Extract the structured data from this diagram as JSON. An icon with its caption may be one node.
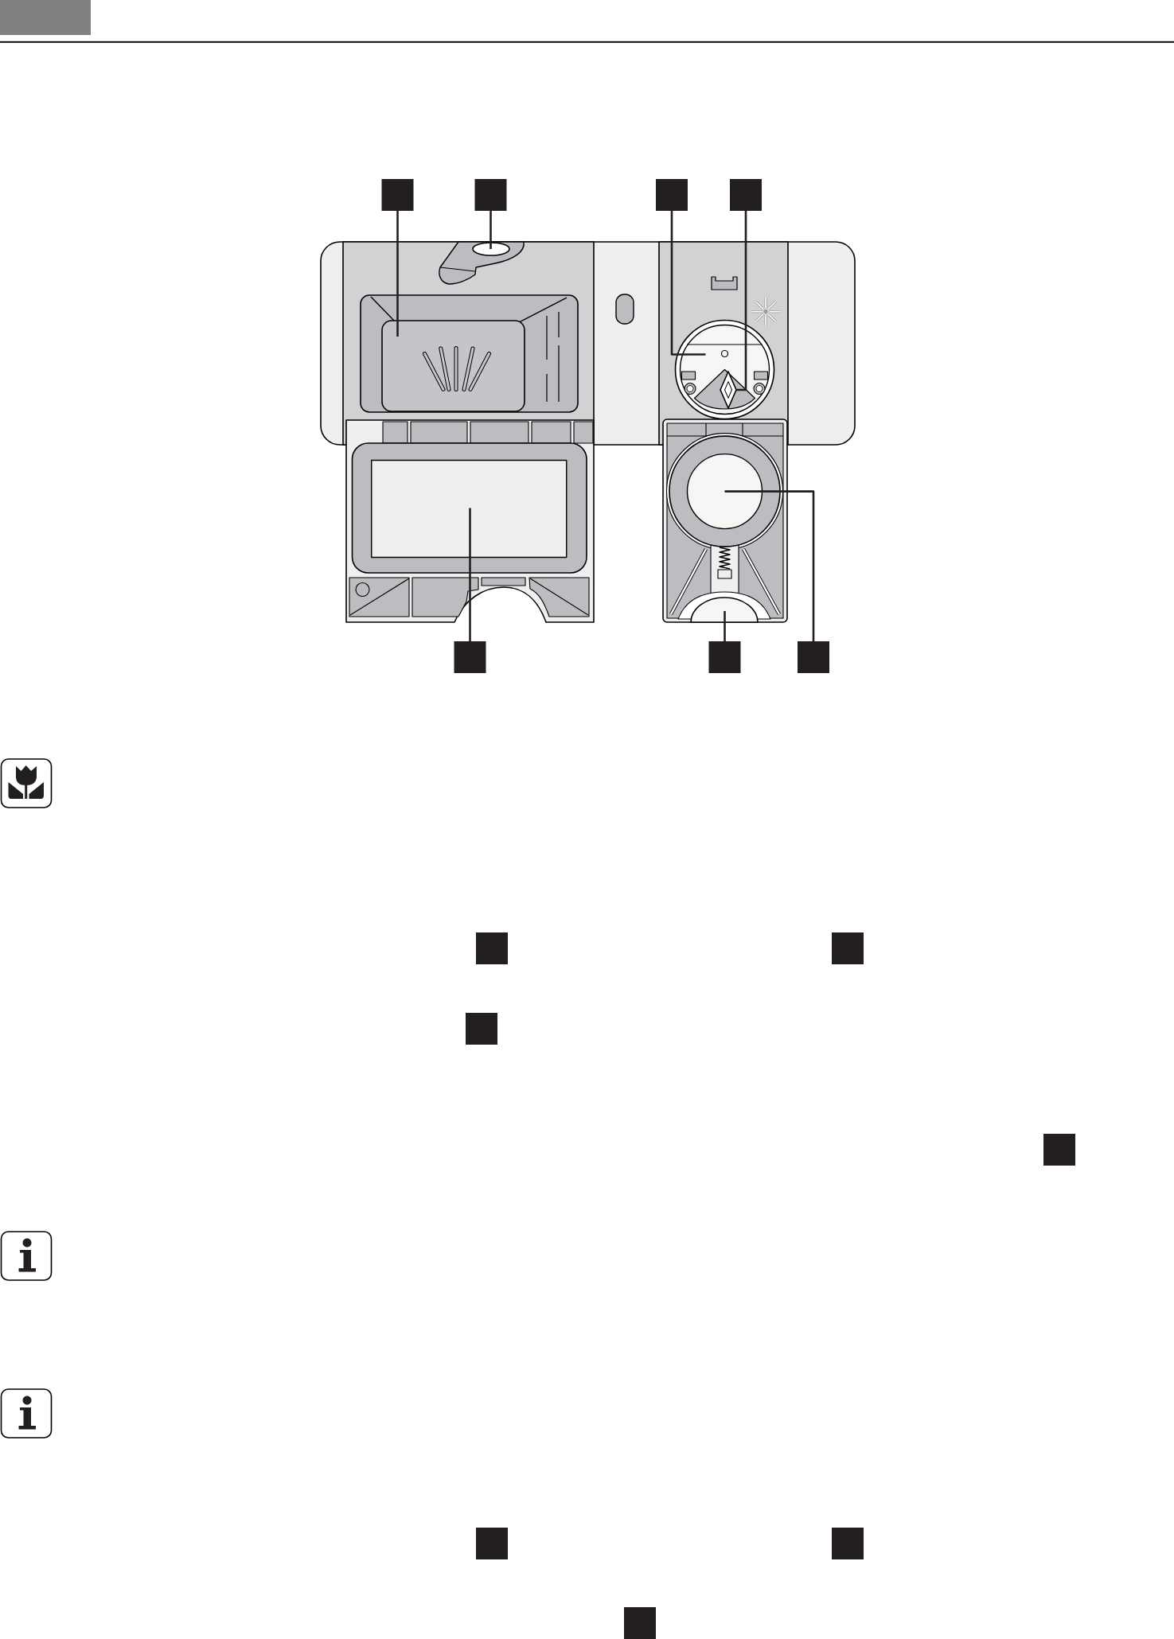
{
  "diagram": {
    "nodes": [
      {
        "text": [],
        "shape": "box"
      },
      {
        "text": [],
        "shape": "box"
      },
      {
        "text": [],
        "shape": "box"
      },
      {
        "text": [],
        "shape": "box"
      },
      {
        "text": [],
        "shape": "ellipse"
      },
      {
        "text": [],
        "shape": "box"
      },
      {
        "text": [],
        "shape": "circle"
      },
      {
        "text": [],
        "shape": "diamond",
        "in": 6
      },
      {
        "text": [],
        "shape": "box"
      },
      {
        "text": [],
        "shape": "circle"
      },
      {
        "text": [],
        "shape": "semicircle"
      },
      {
        "text": [],
        "shape": "box"
      },
      {
        "text": [],
        "shape": "box"
      },
      {
        "text": [],
        "shape": "box"
      },
      {
        "text": [],
        "shape": "box"
      },
      {
        "text": [],
        "shape": "box"
      },
      {
        "text": [],
        "shape": "box"
      },
      {
        "text": [],
        "shape": "box"
      },
      {
        "text": [],
        "shape": "box"
      },
      {
        "text": [],
        "shape": "box"
      },
      {
        "text": [],
        "shape": "box"
      }
    ],
    "edges": [
      {
        "from": 0,
        "to": 5,
        "arrow": "none"
      },
      {
        "from": 1,
        "to": 4,
        "arrow": "none"
      },
      {
        "from": 2,
        "to": 6,
        "arrow": "none"
      },
      {
        "from": 3,
        "to": 7,
        "arrow": "none"
      },
      {
        "from": 11,
        "to": 8,
        "arrow": "none"
      },
      {
        "from": 12,
        "to": 10,
        "arrow": "none"
      },
      {
        "from": 13,
        "to": 9,
        "arrow": "none"
      }
    ]
  }
}
